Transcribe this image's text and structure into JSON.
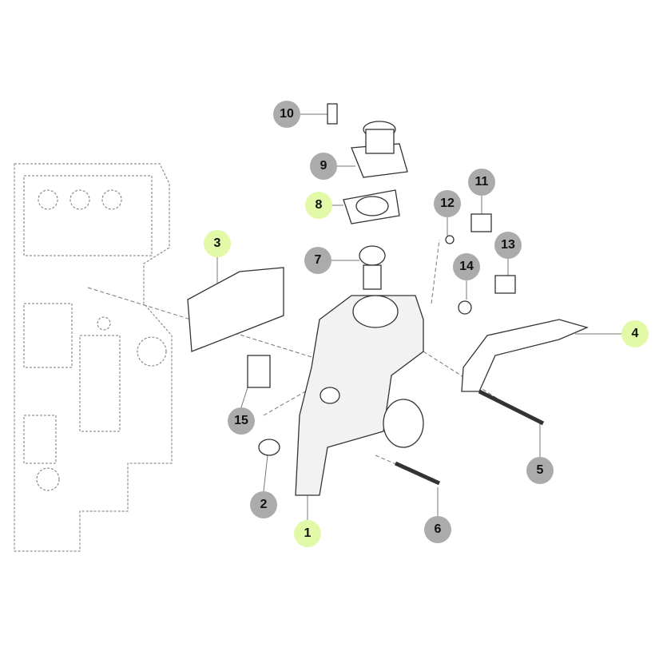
{
  "colors": {
    "callout_gray": "#ababab",
    "callout_green": "#e2f9a8",
    "line": "#555555"
  },
  "callouts": [
    {
      "label": "1",
      "style": "green"
    },
    {
      "label": "2",
      "style": "gray"
    },
    {
      "label": "3",
      "style": "green"
    },
    {
      "label": "4",
      "style": "green"
    },
    {
      "label": "5",
      "style": "gray"
    },
    {
      "label": "6",
      "style": "gray"
    },
    {
      "label": "7",
      "style": "gray"
    },
    {
      "label": "8",
      "style": "green"
    },
    {
      "label": "9",
      "style": "gray"
    },
    {
      "label": "10",
      "style": "gray"
    },
    {
      "label": "11",
      "style": "gray"
    },
    {
      "label": "12",
      "style": "gray"
    },
    {
      "label": "13",
      "style": "gray"
    },
    {
      "label": "14",
      "style": "gray"
    },
    {
      "label": "15",
      "style": "gray"
    }
  ]
}
